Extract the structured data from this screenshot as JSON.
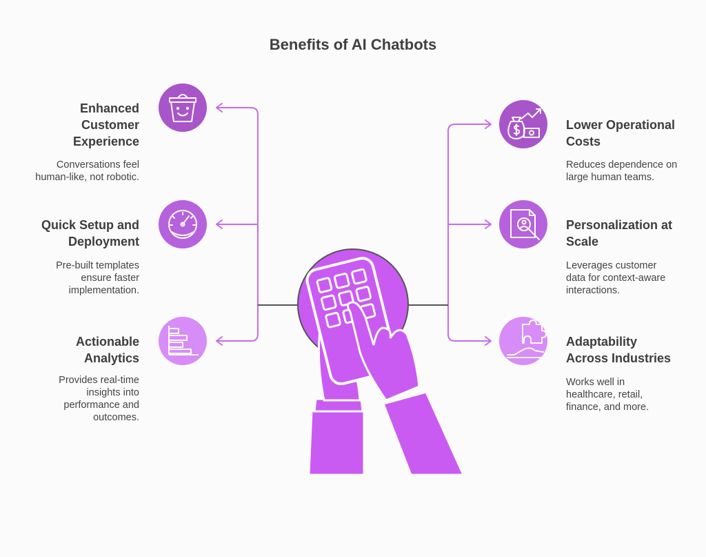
{
  "title": "Benefits of AI Chatbots",
  "colors": {
    "purple_dark": "#a855c9",
    "purple_mid": "#b562dc",
    "purple_light": "#d88cf7",
    "connector": "#c86bf0",
    "hand": "#c95bf2",
    "text": "#3d3d3d"
  },
  "left_items": [
    {
      "title_lines": [
        "Enhanced",
        "Customer",
        "Experience"
      ],
      "desc_lines": [
        "Conversations feel",
        "human-like, not robotic."
      ],
      "icon": "smiling-basket-icon"
    },
    {
      "title_lines": [
        "Quick Setup and",
        "Deployment"
      ],
      "desc_lines": [
        "Pre-built templates",
        "ensure faster",
        "implementation."
      ],
      "icon": "speedometer-icon"
    },
    {
      "title_lines": [
        "Actionable",
        "Analytics"
      ],
      "desc_lines": [
        "Provides real-time",
        "insights into",
        "performance and",
        "outcomes."
      ],
      "icon": "bar-chart-icon"
    }
  ],
  "right_items": [
    {
      "title_lines": [
        "Lower Operational",
        "Costs"
      ],
      "desc_lines": [
        "Reduces dependence on",
        "large human teams."
      ],
      "icon": "money-growth-icon"
    },
    {
      "title_lines": [
        "Personalization at",
        "Scale"
      ],
      "desc_lines": [
        "Leverages customer",
        "data for context-aware",
        "interactions."
      ],
      "icon": "profile-search-icon"
    },
    {
      "title_lines": [
        "Adaptability",
        "Across Industries"
      ],
      "desc_lines": [
        "Works well in",
        "healthcare, retail,",
        "finance, and more."
      ],
      "icon": "puzzle-hand-icon"
    }
  ],
  "center_icon": "hand-calculator-icon"
}
